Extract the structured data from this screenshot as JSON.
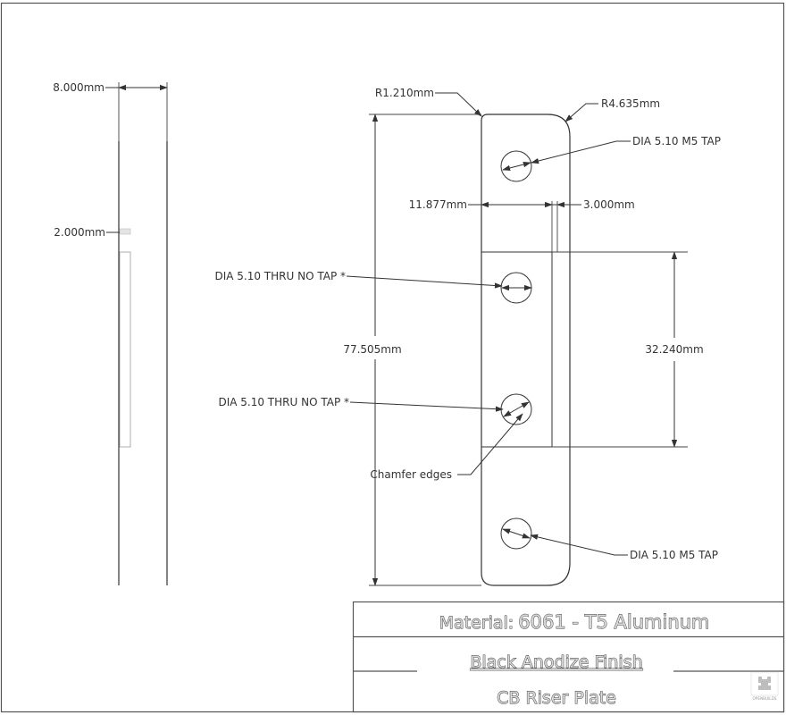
{
  "side_view": {
    "width_dim": "8.000mm",
    "step_dim": "2.000mm"
  },
  "front_view": {
    "corner_radius_small": "R1.210mm",
    "corner_radius_large": "R4.635mm",
    "hole_top": "DIA 5.10 M5 TAP",
    "pocket_width_dim": "11.877mm",
    "offset_dim": "3.000mm",
    "hole_mid_upper": "DIA 5.10 THRU NO TAP *",
    "hole_mid_lower": "DIA 5.10 THRU NO TAP *",
    "overall_length_dim": "77.505mm",
    "hole_spacing_dim": "32.240mm",
    "chamfer_note": "Chamfer edges",
    "hole_bottom": "DIA 5.10 M5 TAP"
  },
  "title_block": {
    "material_label": "Material:",
    "material_value": "6061 - T5 Aluminum",
    "finish": "Black Anodize Finish",
    "part_name": "CB Riser Plate",
    "logo_icon": "openbuilds-logo-icon",
    "logo_text": "OPENBUILDS"
  },
  "colors": {
    "line": "#333333",
    "border": "#555555",
    "title_fill": "#d8d8d8"
  }
}
